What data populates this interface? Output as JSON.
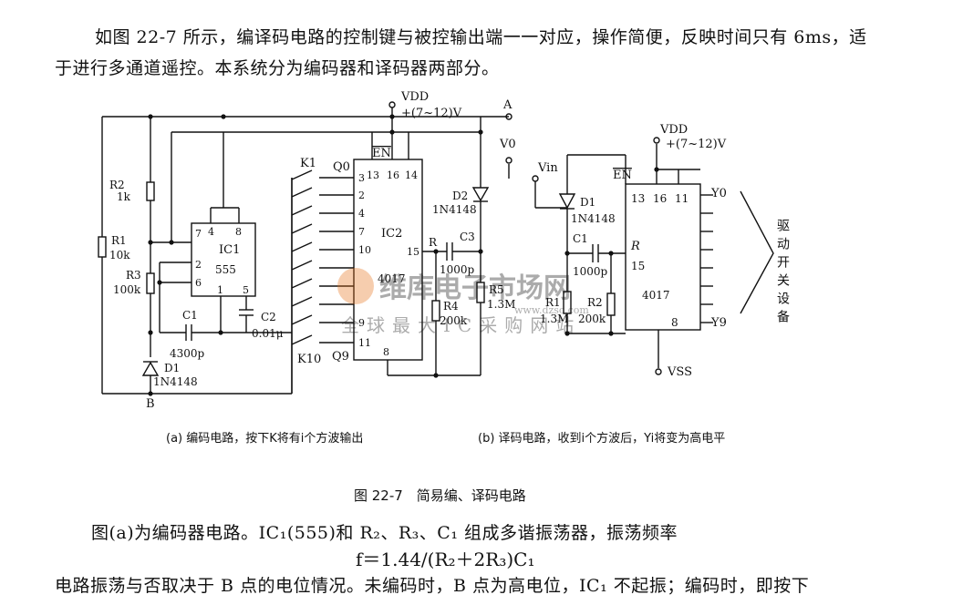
{
  "text": {
    "para1": "如图 22-7 所示，编译码电路的控制键与被控输出端一一对应，操作简便，反映时间只有 6ms，适于进行多通道遥控。本系统分为编码器和译码器两部分。",
    "caption_a": "(a) 编码电路，按下K将有i个方波输出",
    "caption_b": "(b) 译码电路，收到i个方波后，Yi将变为高电平",
    "figure_title": "图 22-7　简易编、译码电路",
    "para2": "图(a)为编码器电路。IC₁(555)和 R₂、R₃、C₁ 组成多谐振荡器，振荡频率",
    "formula": "f＝1.44/(R₂＋2R₃)C₁",
    "para3": "电路振荡与否取决于 B 点的电位情况。未编码时，B 点为高电位，IC₁ 不起振；编码时，即按下"
  },
  "encoder": {
    "vdd": "VDD",
    "vdd_range": "+(7~12)V",
    "point_a": "A",
    "v0": "V0",
    "point_b": "B",
    "en": "EN",
    "ic1": "IC1",
    "ic1_type": "555",
    "ic2": "IC2",
    "ic2_type": "4017",
    "r1": "R1",
    "r1_val": "10k",
    "r2": "R2",
    "r2_val": "1k",
    "r3": "R3",
    "r3_val": "100k",
    "r4": "R4",
    "r4_val": "200k",
    "r5": "R5",
    "r5_val": "1.3M",
    "c1": "C1",
    "c1_val": "4300p",
    "c2": "C2",
    "c2_val": "0.01μ",
    "c3": "C3",
    "c3_val": "1000p",
    "d1": "D1",
    "d1_val": "1N4148",
    "d2": "D2",
    "d2_val": "1N4148",
    "k1": "K1",
    "k10": "K10",
    "q0": "Q0",
    "q9": "Q9",
    "ic1_pins": [
      "4",
      "8",
      "7",
      "2",
      "6",
      "1",
      "5"
    ],
    "ic2_top_pins": [
      "13",
      "16",
      "14"
    ],
    "ic2_left_pins": [
      "3",
      "2",
      "4",
      "7",
      "10",
      "",
      "",
      "",
      "9",
      "11"
    ],
    "ic2_right": [
      "15",
      "R"
    ],
    "ic2_bottom": "8"
  },
  "decoder": {
    "vin": "Vin",
    "vdd": "VDD",
    "vdd_range": "+(7~12)V",
    "en": "EN",
    "d1": "D1",
    "d1_val": "1N4148",
    "c1": "C1",
    "c1_val": "1000p",
    "r1": "R1",
    "r1_val": "1.3M",
    "r2": "R2",
    "r2_val": "200k",
    "ic_pins_top": [
      "13",
      "16",
      "11"
    ],
    "ic_r": "R",
    "ic_r_pin": "15",
    "ic_type": "4017",
    "ic_bottom": "8",
    "vss": "VSS",
    "y0": "Y0",
    "y9": "Y9",
    "drive_label": "驱动开关设备"
  },
  "watermark": {
    "brand": "维库电子市场网",
    "slogan": "全球最大IC采购网站",
    "domain": "www.dzsc.com"
  }
}
